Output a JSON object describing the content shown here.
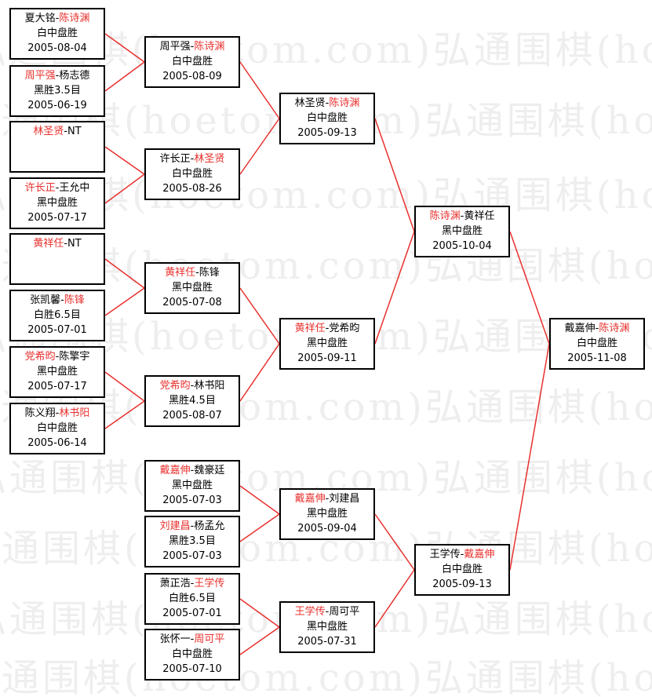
{
  "watermark": "弘通围棋(hoetom.com)",
  "matches": [
    {
      "id": "r1m1",
      "round": 1,
      "left": [
        {
          "t": "夏大铭",
          "w": false
        },
        {
          "t": "-",
          "w": false
        },
        {
          "t": "陈诗渊",
          "w": true
        }
      ],
      "result": "白中盘胜",
      "date": "2005-08-04"
    },
    {
      "id": "r1m2",
      "round": 1,
      "left": [
        {
          "t": "周平强",
          "w": true
        },
        {
          "t": "-",
          "w": false
        },
        {
          "t": "杨志德",
          "w": false
        }
      ],
      "result": "黑胜3.5目",
      "date": "2005-06-19"
    },
    {
      "id": "r1m3",
      "round": 1,
      "left": [
        {
          "t": "林圣贤",
          "w": true
        },
        {
          "t": "-NT",
          "w": false
        }
      ],
      "result": "",
      "date": ""
    },
    {
      "id": "r1m4",
      "round": 1,
      "left": [
        {
          "t": "许长正",
          "w": true
        },
        {
          "t": "-",
          "w": false
        },
        {
          "t": "王允中",
          "w": false
        }
      ],
      "result": "黑中盘胜",
      "date": "2005-07-17"
    },
    {
      "id": "r1m5",
      "round": 1,
      "left": [
        {
          "t": "黄祥任",
          "w": true
        },
        {
          "t": "-NT",
          "w": false
        }
      ],
      "result": "",
      "date": ""
    },
    {
      "id": "r1m6",
      "round": 1,
      "left": [
        {
          "t": "张凯馨",
          "w": false
        },
        {
          "t": "-",
          "w": false
        },
        {
          "t": "陈锋",
          "w": true
        }
      ],
      "result": "白胜6.5目",
      "date": "2005-07-01"
    },
    {
      "id": "r1m7",
      "round": 1,
      "left": [
        {
          "t": "党希昀",
          "w": true
        },
        {
          "t": "-",
          "w": false
        },
        {
          "t": "陈擎宇",
          "w": false
        }
      ],
      "result": "黑中盘胜",
      "date": "2005-07-17"
    },
    {
      "id": "r1m8",
      "round": 1,
      "left": [
        {
          "t": "陈义翔",
          "w": false
        },
        {
          "t": "-",
          "w": false
        },
        {
          "t": "林书阳",
          "w": true
        }
      ],
      "result": "白中盘胜",
      "date": "2005-06-14"
    },
    {
      "id": "r2m1",
      "round": 2,
      "left": [
        {
          "t": "周平强",
          "w": false
        },
        {
          "t": "-",
          "w": false
        },
        {
          "t": "陈诗渊",
          "w": true
        }
      ],
      "result": "白中盘胜",
      "date": "2005-08-09"
    },
    {
      "id": "r2m2",
      "round": 2,
      "left": [
        {
          "t": "许长正",
          "w": false
        },
        {
          "t": "-",
          "w": false
        },
        {
          "t": "林圣贤",
          "w": true
        }
      ],
      "result": "白中盘胜",
      "date": "2005-08-26"
    },
    {
      "id": "r2m3",
      "round": 2,
      "left": [
        {
          "t": "黄祥任",
          "w": true
        },
        {
          "t": "-",
          "w": false
        },
        {
          "t": "陈锋",
          "w": false
        }
      ],
      "result": "黑中盘胜",
      "date": "2005-07-08"
    },
    {
      "id": "r2m4",
      "round": 2,
      "left": [
        {
          "t": "党希昀",
          "w": true
        },
        {
          "t": "-",
          "w": false
        },
        {
          "t": "林书阳",
          "w": false
        }
      ],
      "result": "黑胜4.5目",
      "date": "2005-08-07"
    },
    {
      "id": "r2m5",
      "round": 2,
      "left": [
        {
          "t": "戴嘉伸",
          "w": true
        },
        {
          "t": "-",
          "w": false
        },
        {
          "t": "魏豪廷",
          "w": false
        }
      ],
      "result": "黑中盘胜",
      "date": "2005-07-03"
    },
    {
      "id": "r2m6",
      "round": 2,
      "left": [
        {
          "t": "刘建昌",
          "w": true
        },
        {
          "t": "-",
          "w": false
        },
        {
          "t": "杨孟允",
          "w": false
        }
      ],
      "result": "黑胜3.5目",
      "date": "2005-07-03"
    },
    {
      "id": "r2m7",
      "round": 2,
      "left": [
        {
          "t": "萧正浩",
          "w": false
        },
        {
          "t": "-",
          "w": false
        },
        {
          "t": "王学传",
          "w": true
        }
      ],
      "result": "白胜6.5目",
      "date": "2005-07-01"
    },
    {
      "id": "r2m8",
      "round": 2,
      "left": [
        {
          "t": "张怀一",
          "w": false
        },
        {
          "t": "-",
          "w": false
        },
        {
          "t": "周可平",
          "w": true
        }
      ],
      "result": "白中盘胜",
      "date": "2005-07-10"
    },
    {
      "id": "r3m1",
      "round": 3,
      "left": [
        {
          "t": "林圣贤",
          "w": false
        },
        {
          "t": "-",
          "w": false
        },
        {
          "t": "陈诗渊",
          "w": true
        }
      ],
      "result": "白中盘胜",
      "date": "2005-09-13"
    },
    {
      "id": "r3m2",
      "round": 3,
      "left": [
        {
          "t": "黄祥任",
          "w": true
        },
        {
          "t": "-",
          "w": false
        },
        {
          "t": "党希昀",
          "w": false
        }
      ],
      "result": "黑中盘胜",
      "date": "2005-09-11"
    },
    {
      "id": "r3m3",
      "round": 3,
      "left": [
        {
          "t": "戴嘉伸",
          "w": true
        },
        {
          "t": "-",
          "w": false
        },
        {
          "t": "刘建昌",
          "w": false
        }
      ],
      "result": "黑中盘胜",
      "date": "2005-09-04"
    },
    {
      "id": "r3m4",
      "round": 3,
      "left": [
        {
          "t": "王学传",
          "w": true
        },
        {
          "t": "-",
          "w": false
        },
        {
          "t": "周可平",
          "w": false
        }
      ],
      "result": "黑中盘胜",
      "date": "2005-07-31"
    },
    {
      "id": "r4m1",
      "round": 4,
      "left": [
        {
          "t": "陈诗渊",
          "w": true
        },
        {
          "t": "-",
          "w": false
        },
        {
          "t": "黄祥任",
          "w": false
        }
      ],
      "result": "黑中盘胜",
      "date": "2005-10-04"
    },
    {
      "id": "r4m2",
      "round": 4,
      "left": [
        {
          "t": "王学传",
          "w": false
        },
        {
          "t": "-",
          "w": false
        },
        {
          "t": "戴嘉伸",
          "w": true
        }
      ],
      "result": "白中盘胜",
      "date": "2005-09-13"
    },
    {
      "id": "r5m1",
      "round": 5,
      "left": [
        {
          "t": "戴嘉伸",
          "w": false
        },
        {
          "t": "-",
          "w": false
        },
        {
          "t": "陈诗渊",
          "w": true
        }
      ],
      "result": "白中盘胜",
      "date": "2005-11-08"
    }
  ],
  "colors": {
    "winner": "#e8312e",
    "line": "#e8312e",
    "border": "#000000"
  }
}
